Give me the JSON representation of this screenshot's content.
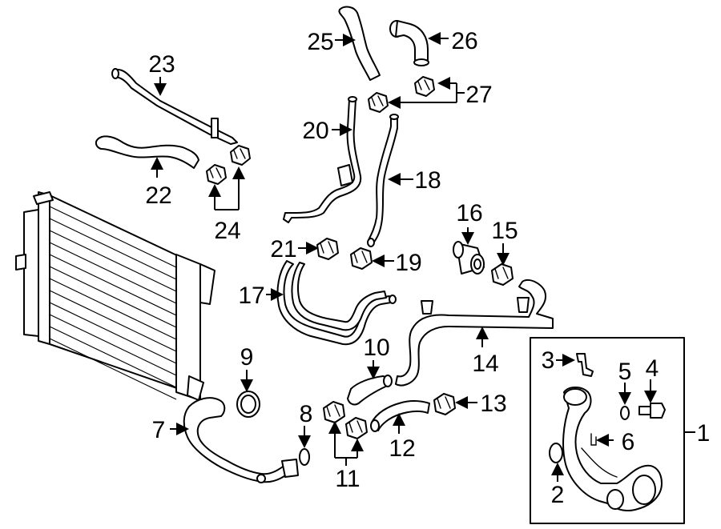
{
  "diagram": {
    "callouts": [
      {
        "id": "1",
        "label": "1"
      },
      {
        "id": "2",
        "label": "2"
      },
      {
        "id": "3",
        "label": "3"
      },
      {
        "id": "4",
        "label": "4"
      },
      {
        "id": "5",
        "label": "5"
      },
      {
        "id": "6",
        "label": "6"
      },
      {
        "id": "7",
        "label": "7"
      },
      {
        "id": "8",
        "label": "8"
      },
      {
        "id": "9",
        "label": "9"
      },
      {
        "id": "10",
        "label": "10"
      },
      {
        "id": "11",
        "label": "11"
      },
      {
        "id": "12",
        "label": "12"
      },
      {
        "id": "13",
        "label": "13"
      },
      {
        "id": "14",
        "label": "14"
      },
      {
        "id": "15",
        "label": "15"
      },
      {
        "id": "16",
        "label": "16"
      },
      {
        "id": "17",
        "label": "17"
      },
      {
        "id": "18",
        "label": "18"
      },
      {
        "id": "19",
        "label": "19"
      },
      {
        "id": "20",
        "label": "20"
      },
      {
        "id": "21",
        "label": "21"
      },
      {
        "id": "22",
        "label": "22"
      },
      {
        "id": "23",
        "label": "23"
      },
      {
        "id": "24",
        "label": "24"
      },
      {
        "id": "25",
        "label": "25"
      },
      {
        "id": "26",
        "label": "26"
      },
      {
        "id": "27",
        "label": "27"
      }
    ]
  }
}
